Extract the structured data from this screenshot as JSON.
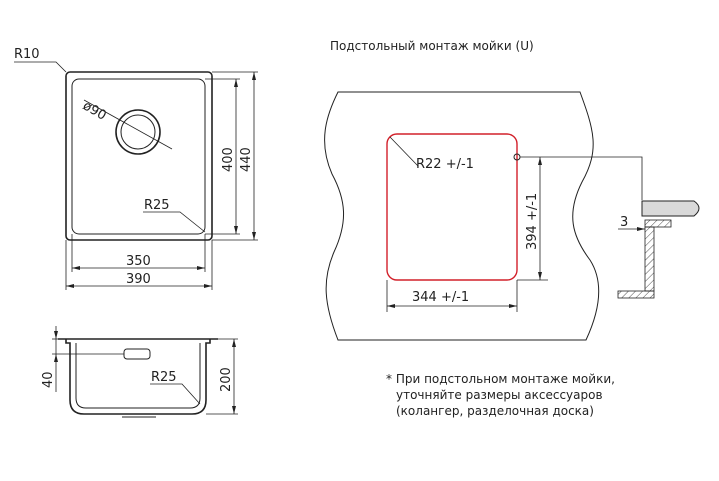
{
  "title": "Подстольный монтаж мойки (U)",
  "top_view": {
    "corner_radius": "R10",
    "drain_diameter": "ø90",
    "inner_radius": "R25",
    "inner_width": "350",
    "outer_width": "390",
    "inner_height": "400",
    "outer_height": "440"
  },
  "side_view": {
    "overflow_height": "40",
    "bottom_radius": "R25",
    "depth": "200"
  },
  "cutout": {
    "radius": "R22 +/-1",
    "width": "344  +/-1",
    "height": "394  +/-1",
    "gap": "3"
  },
  "note": {
    "line1": "* При подстольном монтаже мойки,",
    "line2": "уточняйте размеры аксессуаров",
    "line3": "(колангер, разделочная доска)"
  },
  "colors": {
    "line": "#222222",
    "cutout": "#d2202a"
  }
}
